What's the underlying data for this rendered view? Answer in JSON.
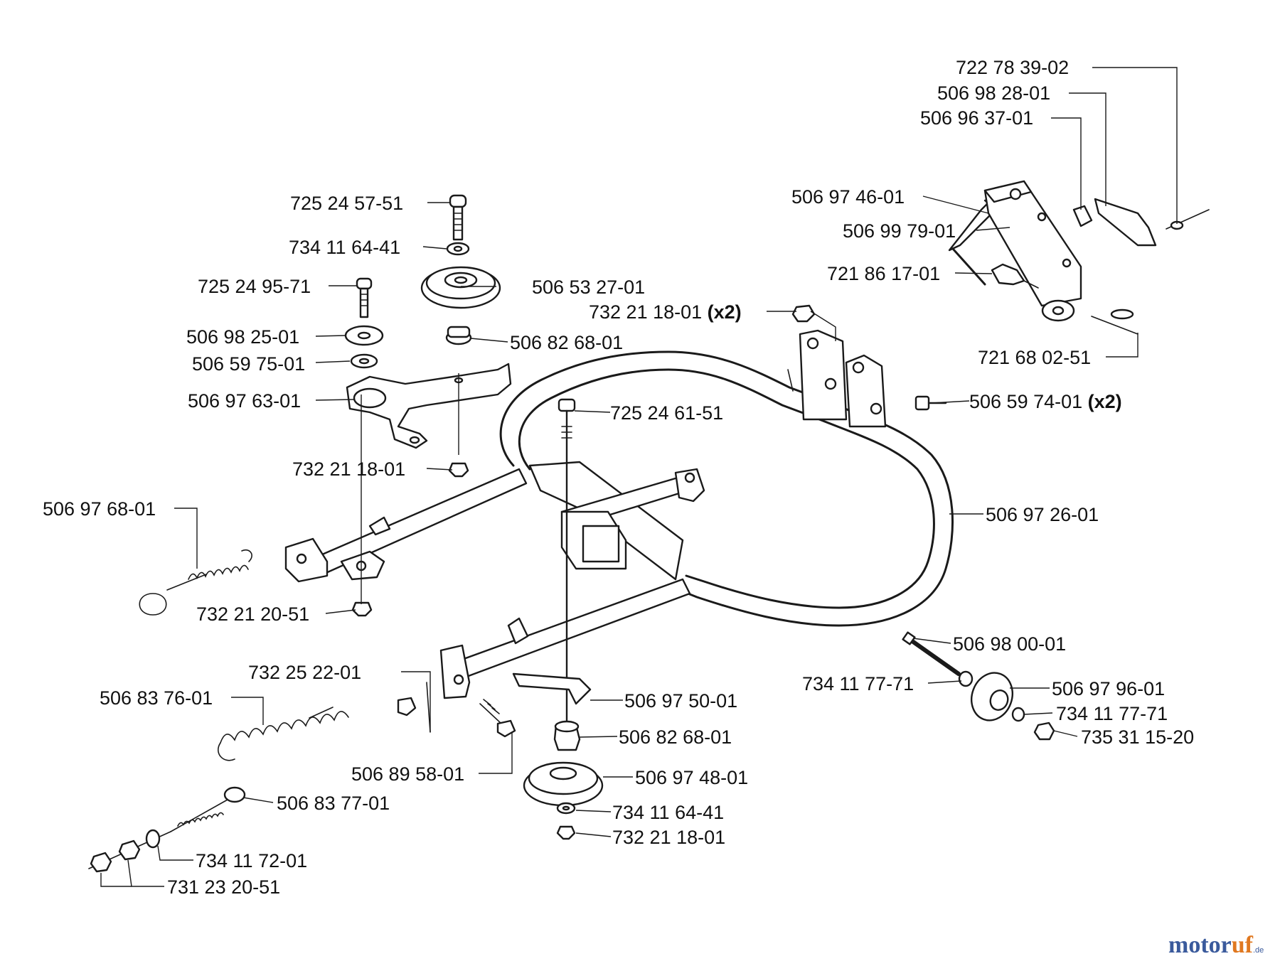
{
  "labels": [
    {
      "id": "p01",
      "part": "722 78 39-02",
      "qty": ""
    },
    {
      "id": "p02",
      "part": "506 98 28-01",
      "qty": ""
    },
    {
      "id": "p03",
      "part": "506 96 37-01",
      "qty": ""
    },
    {
      "id": "p04",
      "part": "506 97 46-01",
      "qty": ""
    },
    {
      "id": "p05",
      "part": "506 99 79-01",
      "qty": ""
    },
    {
      "id": "p06",
      "part": "721 86 17-01",
      "qty": ""
    },
    {
      "id": "p07",
      "part": "732 21 18-01",
      "qty": "(x2)"
    },
    {
      "id": "p08",
      "part": "721 68 02-51",
      "qty": ""
    },
    {
      "id": "p09",
      "part": "506 59 74-01",
      "qty": "(x2)"
    },
    {
      "id": "p10",
      "part": "725 24 57-51",
      "qty": ""
    },
    {
      "id": "p11",
      "part": "734 11 64-41",
      "qty": ""
    },
    {
      "id": "p12",
      "part": "725 24 95-71",
      "qty": ""
    },
    {
      "id": "p13",
      "part": "506 53 27-01",
      "qty": ""
    },
    {
      "id": "p14",
      "part": "506 98 25-01",
      "qty": ""
    },
    {
      "id": "p15",
      "part": "506 82 68-01",
      "qty": ""
    },
    {
      "id": "p16",
      "part": "506 59 75-01",
      "qty": ""
    },
    {
      "id": "p17",
      "part": "506 97 63-01",
      "qty": ""
    },
    {
      "id": "p18",
      "part": "725 24 61-51",
      "qty": ""
    },
    {
      "id": "p19",
      "part": "732 21 18-01",
      "qty": ""
    },
    {
      "id": "p20",
      "part": "506 97 68-01",
      "qty": ""
    },
    {
      "id": "p21",
      "part": "506 97 26-01",
      "qty": ""
    },
    {
      "id": "p22",
      "part": "732 21 20-51",
      "qty": ""
    },
    {
      "id": "p23",
      "part": "506 98 00-01",
      "qty": ""
    },
    {
      "id": "p24",
      "part": "734 11 77-71",
      "qty": ""
    },
    {
      "id": "p25",
      "part": "506 97 96-01",
      "qty": ""
    },
    {
      "id": "p26",
      "part": "734 11 77-71",
      "qty": ""
    },
    {
      "id": "p27",
      "part": "735 31 15-20",
      "qty": ""
    },
    {
      "id": "p28",
      "part": "732 25 22-01",
      "qty": ""
    },
    {
      "id": "p29",
      "part": "506 83 76-01",
      "qty": ""
    },
    {
      "id": "p30",
      "part": "506 97 50-01",
      "qty": ""
    },
    {
      "id": "p31",
      "part": "506 82 68-01",
      "qty": ""
    },
    {
      "id": "p32",
      "part": "506 89 58-01",
      "qty": ""
    },
    {
      "id": "p33",
      "part": "506 97 48-01",
      "qty": ""
    },
    {
      "id": "p34",
      "part": "506 83 77-01",
      "qty": ""
    },
    {
      "id": "p35",
      "part": "734 11 64-41",
      "qty": ""
    },
    {
      "id": "p36",
      "part": "732 21 18-01",
      "qty": ""
    },
    {
      "id": "p37",
      "part": "734 11 72-01",
      "qty": ""
    },
    {
      "id": "p38",
      "part": "731 23 20-51",
      "qty": ""
    }
  ],
  "watermark": {
    "brand_part1": "motor",
    "brand_part2": "uf",
    "suffix": ".de",
    "color_part1": "#3a5a9c",
    "color_part2": "#e07820"
  }
}
